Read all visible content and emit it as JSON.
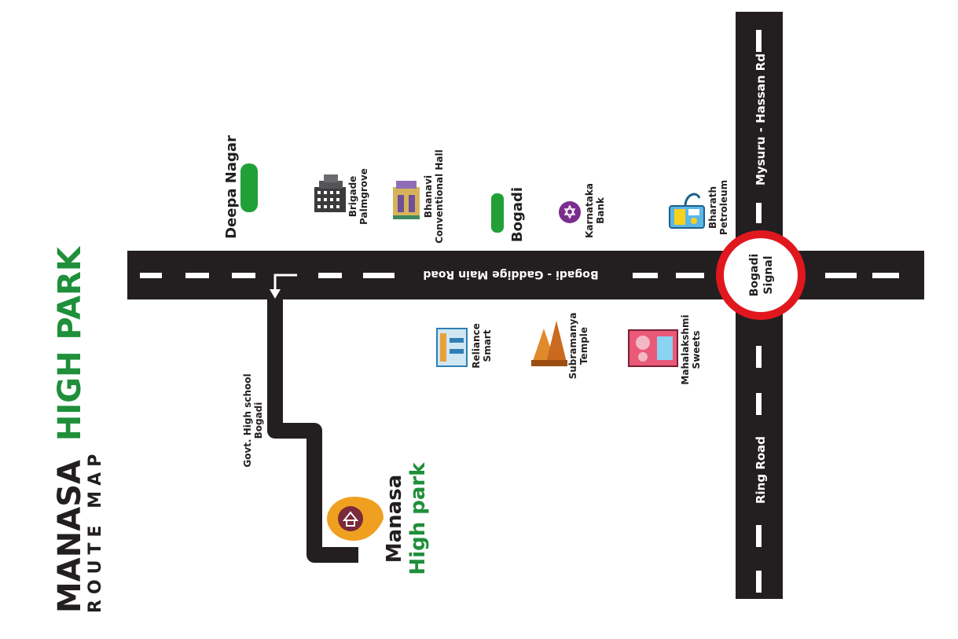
{
  "title": {
    "brand_line1": "MANASA",
    "brand_line2": "HIGH PARK",
    "subtitle": "ROUTE MAP"
  },
  "roads": {
    "main_road": "Bogadi - Gaddige Main Road",
    "highway_north": "Mysuru - Hassan Rd",
    "highway_south": "Ring Road",
    "junction_line1": "Bogadi",
    "junction_line2": "Signal"
  },
  "localities": {
    "deepa_nagar": "Deepa Nagar",
    "bogadi": "Bogadi"
  },
  "landmarks": {
    "brigade_line1": "Brigade",
    "brigade_line2": "Palmgrove",
    "bhanavi_line1": "Bhanavi",
    "bhanavi_line2": "Conventional Hall",
    "karnataka_line1": "Karnataka",
    "karnataka_line2": "Bank",
    "bharath_line1": "Bharath",
    "bharath_line2": "Petroleum",
    "reliance_line1": "Reliance",
    "reliance_line2": "Smart",
    "temple_line1": "Subramanya",
    "temple_line2": "Temple",
    "sweets_line1": "Mahalakshmi",
    "sweets_line2": "Sweets",
    "school_line1": "Govt. High school",
    "school_line2": "Bogadi"
  },
  "destination": {
    "line1": "Manasa",
    "line2": "High park"
  },
  "colors": {
    "road": "#231f20",
    "brand_green": "#1f8f3a",
    "signal_red": "#e1171e",
    "locality_green": "#21a038",
    "text_dark": "#231f20"
  },
  "icons": {
    "building": "building-icon",
    "hall": "hall-icon",
    "bank": "bank-icon",
    "fuel": "fuel-pump-icon",
    "shop": "supermarket-icon",
    "temple": "temple-icon",
    "sweets": "sweet-shop-icon",
    "pin": "location-pin-icon"
  }
}
